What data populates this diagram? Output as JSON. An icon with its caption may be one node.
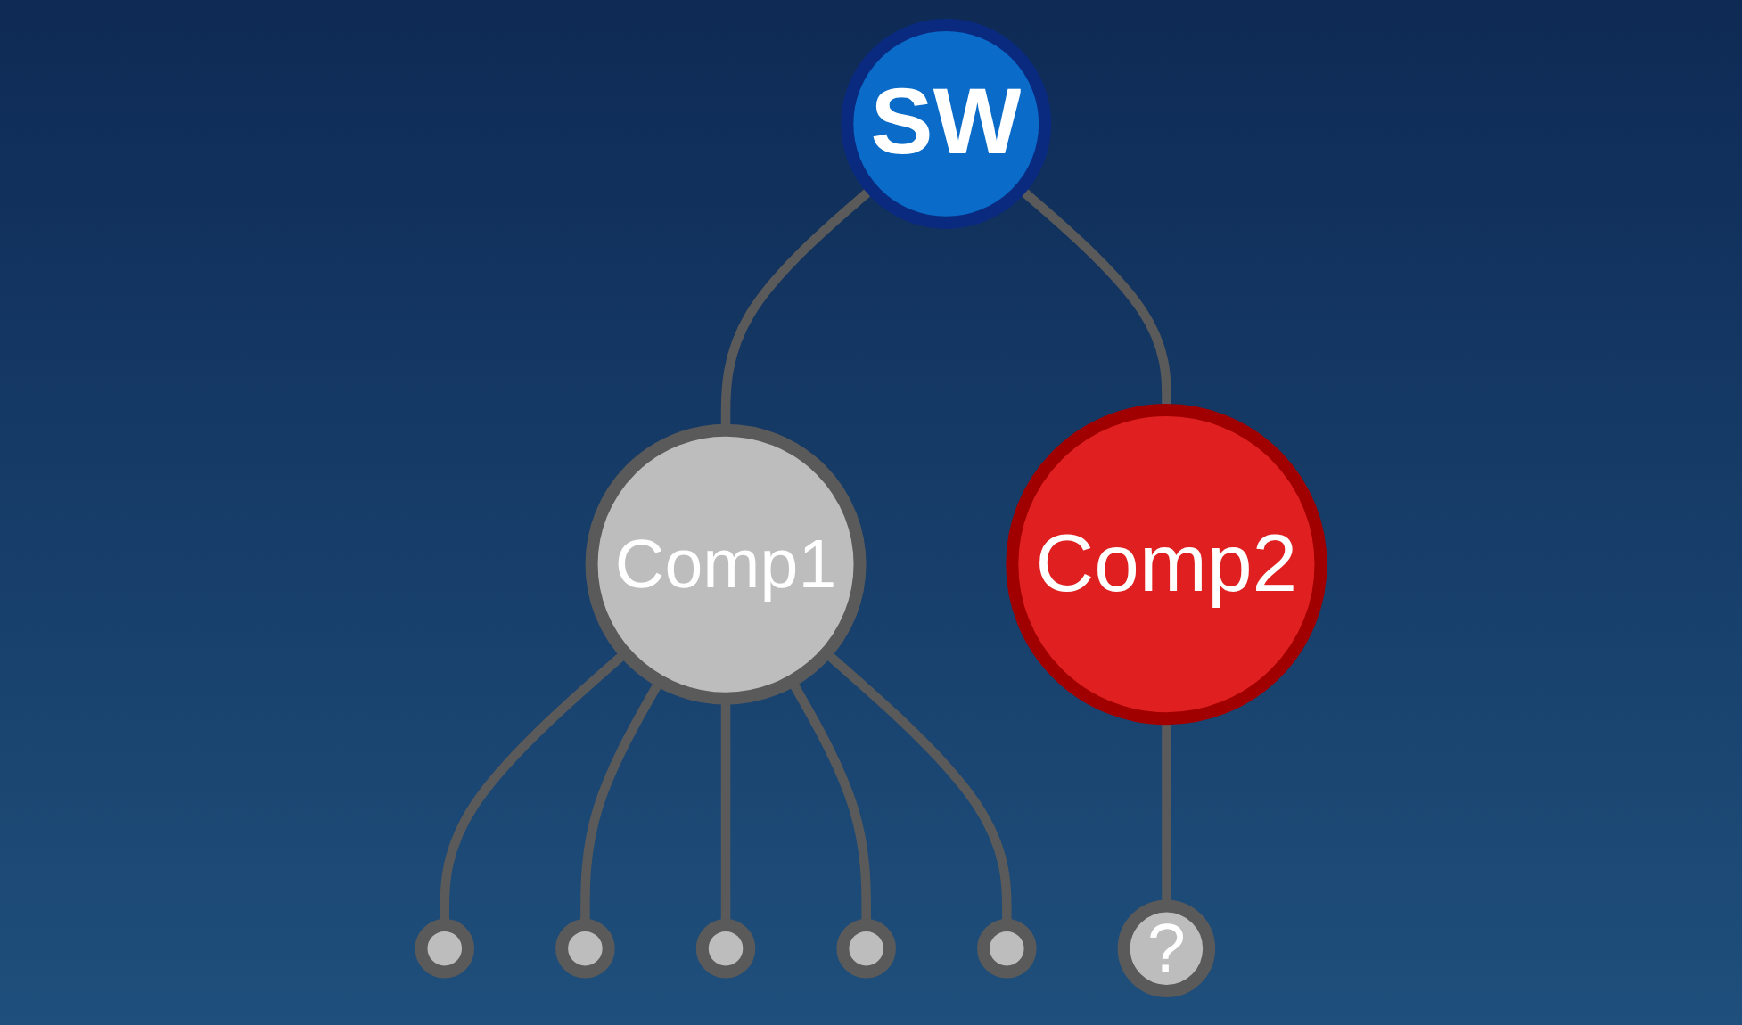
{
  "diagram": {
    "nodes": [
      {
        "text": [
          "SW"
        ]
      },
      {
        "text": [
          "Comp1"
        ]
      },
      {
        "text": [
          "Comp2"
        ]
      },
      {
        "text": [],
        "shape": "circle"
      },
      {
        "text": [],
        "shape": "circle"
      },
      {
        "text": [],
        "shape": "circle"
      },
      {
        "text": [],
        "shape": "circle"
      },
      {
        "text": [],
        "shape": "circle"
      },
      {
        "text": [
          "?"
        ]
      }
    ],
    "edges": [
      {
        "from": 0,
        "to": 1,
        "arrow": "none"
      },
      {
        "from": 0,
        "to": 2,
        "arrow": "none"
      },
      {
        "from": 1,
        "to": 3,
        "arrow": "none"
      },
      {
        "from": 1,
        "to": 4,
        "arrow": "none"
      },
      {
        "from": 1,
        "to": 5,
        "arrow": "none"
      },
      {
        "from": 1,
        "to": 6,
        "arrow": "none"
      },
      {
        "from": 1,
        "to": 7,
        "arrow": "none"
      },
      {
        "from": 2,
        "to": 8,
        "arrow": "none"
      }
    ]
  }
}
